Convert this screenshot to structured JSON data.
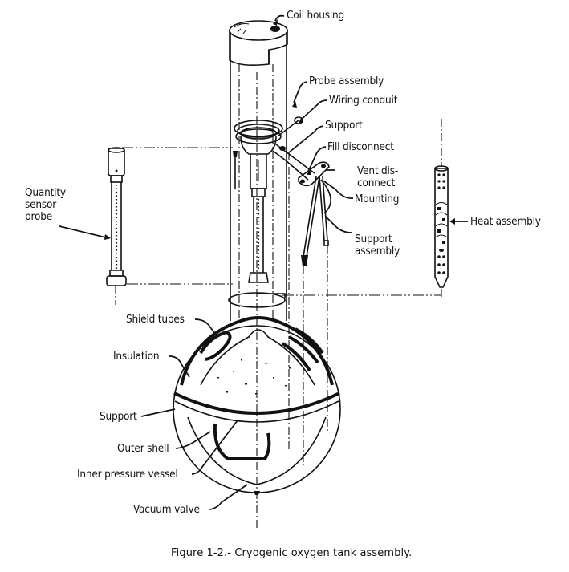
{
  "figure": {
    "caption": "Figure 1-2.- Cryogenic oxygen tank assembly.",
    "labels": {
      "coil_housing": "Coil housing",
      "probe_assembly": "Probe assembly",
      "wiring_conduit": "Wiring conduit",
      "support_top": "Support",
      "fill_disconnect": "Fill disconnect",
      "vent_disconnect": "Vent dis-\nconnect",
      "mounting": "Mounting",
      "support_assembly": "Support\nassembly",
      "heat_assembly": "Heat assembly",
      "quantity_sensor_probe": "Quantity\nsensor\nprobe",
      "shield_tubes": "Shield tubes",
      "insulation": "Insulation",
      "support_sphere": "Support",
      "outer_shell": "Outer shell",
      "inner_pressure_vessel": "Inner pressure vessel",
      "vacuum_valve": "Vacuum valve"
    }
  }
}
